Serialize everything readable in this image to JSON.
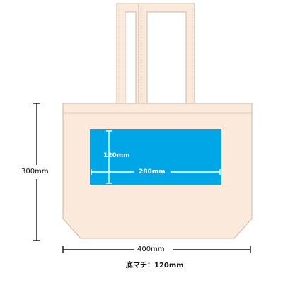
{
  "colors": {
    "bag_fill": "#fbeadb",
    "bag_outline": "#c9b8a6",
    "print_area": "#00a6e6",
    "dimension_line": "#111111",
    "print_dimension_line": "#ffffff"
  },
  "dimensions": {
    "bag_height": "300mm",
    "bag_width": "400mm",
    "gusset": "底マチ：120mm",
    "print_area_height": "120mm",
    "print_area_width": "280mm"
  }
}
